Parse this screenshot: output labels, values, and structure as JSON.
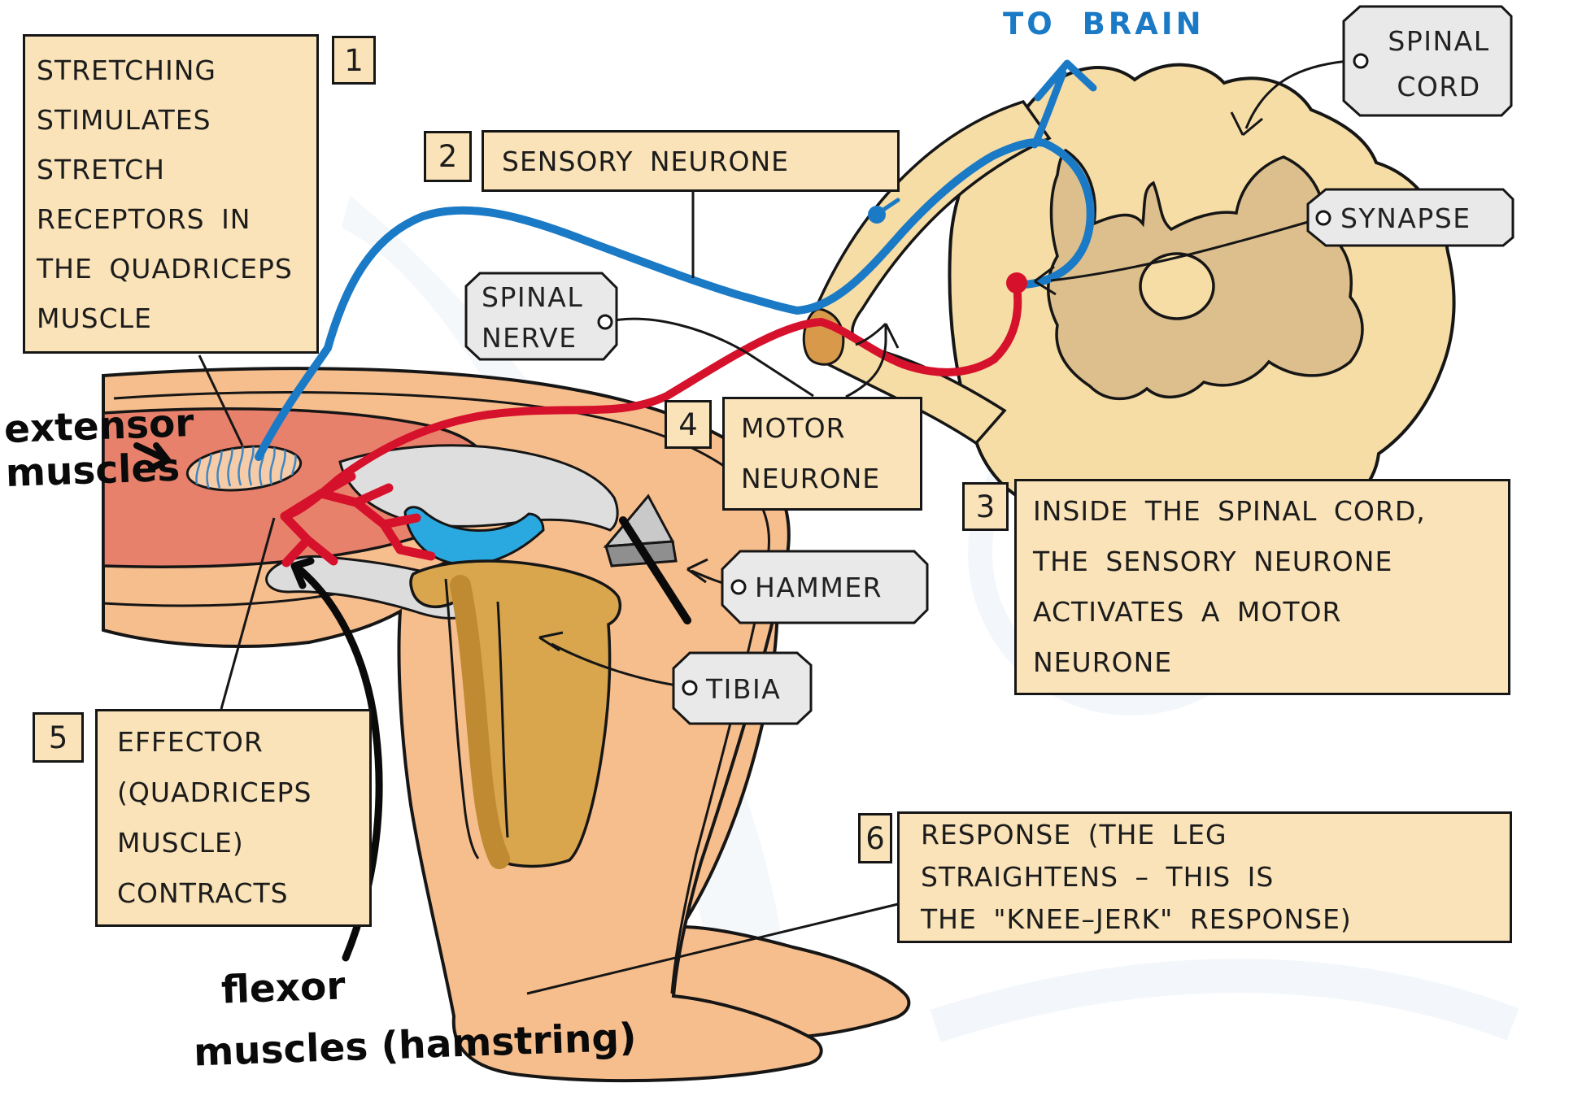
{
  "palette": {
    "box-fill": "#FAE3B8",
    "tag-fill": "#E9E9E9",
    "ink": "#161616",
    "blue": "#1B7AC6",
    "sensory_blue": "#1B7AC6",
    "motor_red": "#D6112C",
    "skin": "#F7BE8D",
    "muscle_red": "#E8816B",
    "bone_gray": "#DCDCDC",
    "cartilage_blue": "#2AA9E1",
    "tibia_gold": "#D9A64E",
    "cord_tan": "#F6DDA6",
    "gray_matter": "#DCBF8C",
    "cord_orange": "#E0973F"
  },
  "to_brain_label": "TO BRAIN",
  "steps": [
    {
      "num": "1",
      "lines": [
        "STRETCHING",
        "STIMULATES",
        "STRETCH",
        "RECEPTORS IN",
        "THE QUADRICEPS",
        "MUSCLE"
      ]
    },
    {
      "num": "2",
      "lines": [
        "SENSORY NEURONE"
      ]
    },
    {
      "num": "3",
      "lines": [
        "INSIDE THE SPINAL CORD,",
        "THE SENSORY NEURONE",
        "ACTIVATES A MOTOR",
        "NEURONE"
      ]
    },
    {
      "num": "4",
      "lines": [
        "MOTOR",
        "NEURONE"
      ]
    },
    {
      "num": "5",
      "lines": [
        "EFFECTOR",
        "(QUADRICEPS",
        "MUSCLE)",
        "CONTRACTS"
      ]
    },
    {
      "num": "6",
      "lines": [
        "RESPONSE (THE LEG",
        "STRAIGHTENS – THIS IS",
        "THE \"KNEE–JERK\" RESPONSE)"
      ]
    }
  ],
  "tags": {
    "spinal_cord": {
      "lines": [
        "SPINAL",
        "CORD"
      ]
    },
    "synapse": {
      "lines": [
        "SYNAPSE"
      ]
    },
    "spinal_nerve": {
      "lines": [
        "SPINAL",
        "NERVE"
      ]
    },
    "hammer": {
      "lines": [
        "HAMMER"
      ]
    },
    "tibia": {
      "lines": [
        "TIBIA"
      ]
    }
  },
  "handwritten": {
    "extensor": [
      "extensor",
      "muscles"
    ],
    "flexor_line1": "flexor",
    "flexor_line2": "muscles (hamstring)"
  }
}
